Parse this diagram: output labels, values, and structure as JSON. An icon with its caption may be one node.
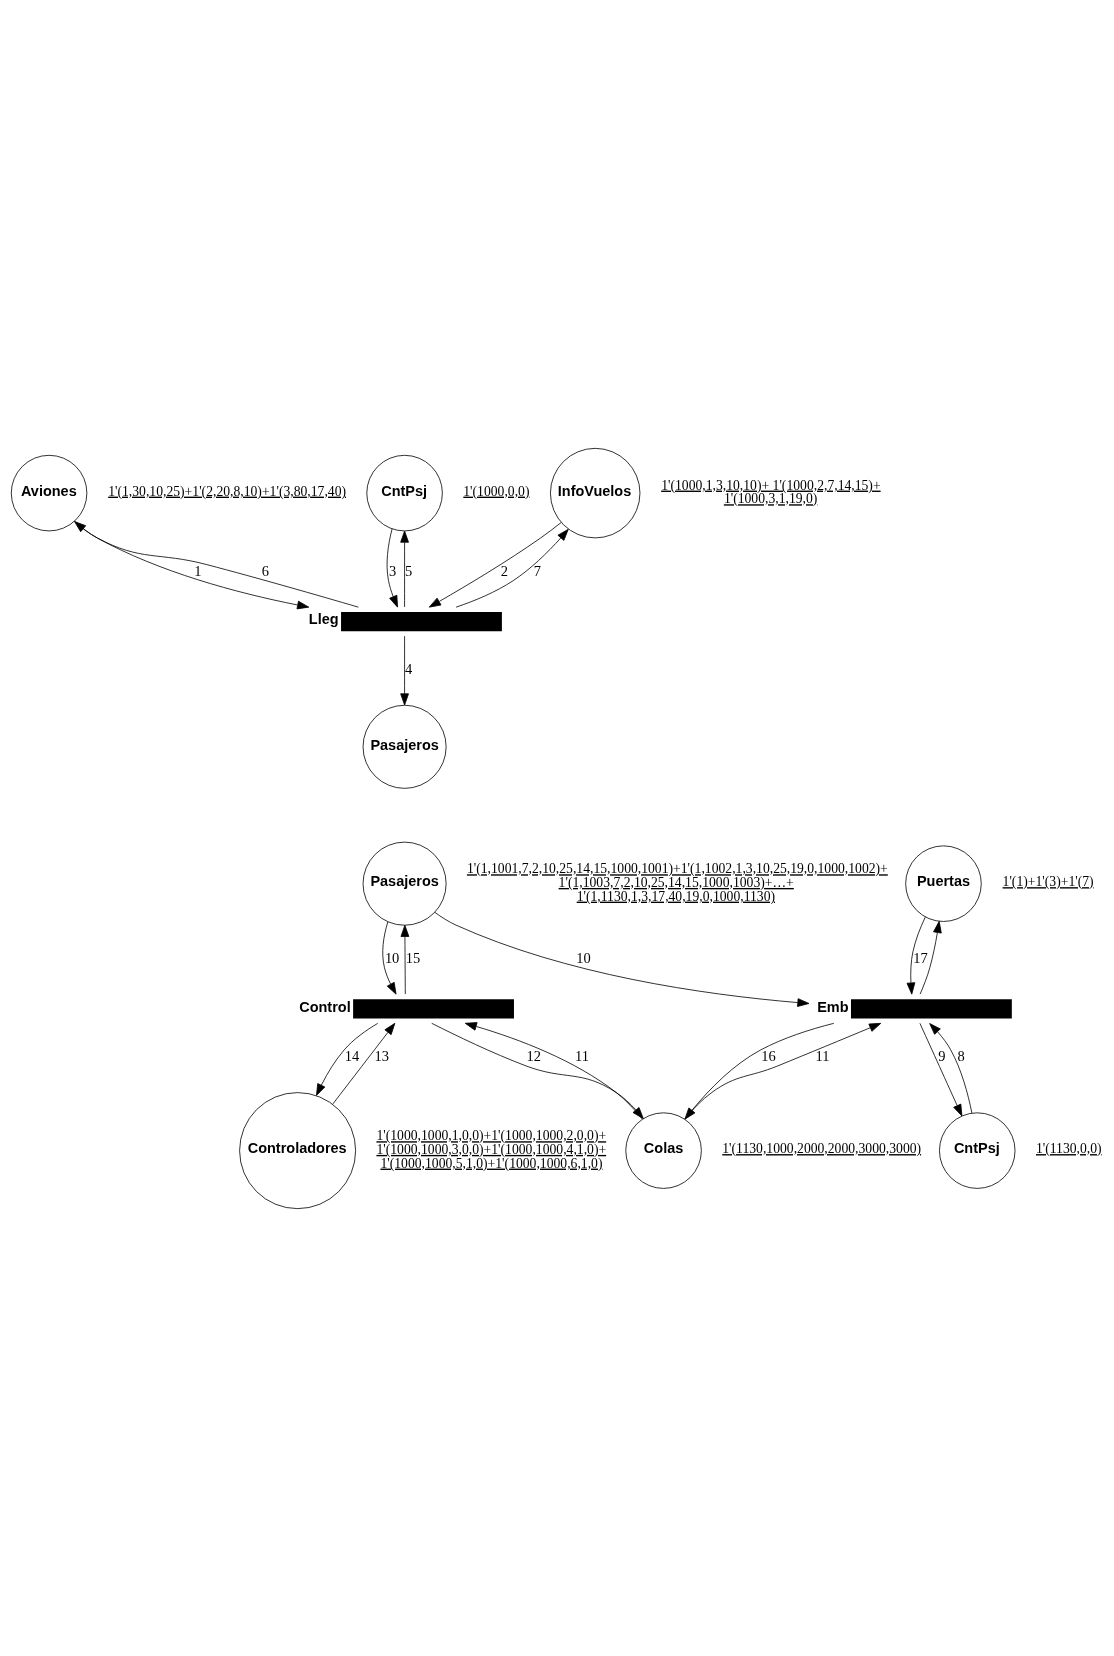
{
  "diagram": {
    "nodes": [
      {
        "text": [
          "Aviones"
        ],
        "beside": [
          "1'(1,30,10,25)+1'(2,20,8,10)+1'(3,80,17,40)"
        ]
      },
      {
        "text": [
          "CntPsj"
        ],
        "beside": [
          "1'(1000,0,0)"
        ]
      },
      {
        "text": [
          "InfoVuelos"
        ],
        "beside": [
          "1'(1000,1,3,10,10)+ 1'(1000,2,7,14,15)+ 1'(1000,3,1,19,0)"
        ]
      },
      {
        "text": [
          "Lleg"
        ]
      },
      {
        "text": [
          "Pasajeros"
        ]
      },
      {
        "text": [
          "Pasajeros"
        ],
        "beside": [
          "1'(1,1001,7,2,10,25,14,15,1000,1001)+1'(1,1002,1,3,10,25,19,0,1000,1002)+ 1'(1,1003,7,2,10,25,14,15,1000,1003)+…+ 1'(1,1130,1,3,17,40,19,0,1000,1130)"
        ]
      },
      {
        "text": [
          "Puertas"
        ],
        "beside": [
          "1'(1)+1'(3)+1'(7)"
        ]
      },
      {
        "text": [
          "Control"
        ]
      },
      {
        "text": [
          "Emb"
        ]
      },
      {
        "text": [
          "Controladores"
        ],
        "beside": [
          "1'(1000,1000,1,0,0)+1'(1000,1000,2,0,0)+ 1'(1000,1000,3,0,0)+1'(1000,1000,4,1,0)+ 1'(1000,1000,5,1,0)+1'(1000,1000,6,1,0)"
        ]
      },
      {
        "text": [
          "Colas"
        ],
        "beside": [
          "1'(1130,1000,2000,2000,3000,3000)"
        ]
      },
      {
        "text": [
          "CntPsj"
        ],
        "beside": [
          "1'(1130,0,0)"
        ]
      }
    ],
    "edges": [
      {
        "from": 0,
        "to": 3,
        "arrow": "to",
        "label": "1"
      },
      {
        "from": 3,
        "to": 0,
        "arrow": "to",
        "label": "6"
      },
      {
        "from": 1,
        "to": 3,
        "arrow": "to",
        "label": "3"
      },
      {
        "from": 3,
        "to": 1,
        "arrow": "to",
        "label": "5"
      },
      {
        "from": 2,
        "to": 3,
        "arrow": "to",
        "label": "2"
      },
      {
        "from": 3,
        "to": 2,
        "arrow": "to",
        "label": "7"
      },
      {
        "from": 3,
        "to": 4,
        "arrow": "to",
        "label": "4"
      },
      {
        "from": 5,
        "to": 7,
        "arrow": "to",
        "label": "10"
      },
      {
        "from": 7,
        "to": 5,
        "arrow": "to",
        "label": "15"
      },
      {
        "from": 5,
        "to": 8,
        "arrow": "to",
        "label": "10"
      },
      {
        "from": 6,
        "to": 8,
        "arrow": "to",
        "label": "17"
      },
      {
        "from": 8,
        "to": 6,
        "arrow": "to"
      },
      {
        "from": 9,
        "to": 7,
        "arrow": "to",
        "label": "13"
      },
      {
        "from": 7,
        "to": 9,
        "arrow": "to",
        "label": "14"
      },
      {
        "from": 10,
        "to": 7,
        "arrow": "to",
        "label": "11"
      },
      {
        "from": 7,
        "to": 10,
        "arrow": "to",
        "label": "12"
      },
      {
        "from": 8,
        "to": 10,
        "arrow": "to",
        "label": "16"
      },
      {
        "from": 10,
        "to": 8,
        "arrow": "to",
        "label": "11"
      },
      {
        "from": 8,
        "to": 11,
        "arrow": "to",
        "label": "9"
      },
      {
        "from": 11,
        "to": 8,
        "arrow": "to",
        "label": "8"
      }
    ]
  }
}
